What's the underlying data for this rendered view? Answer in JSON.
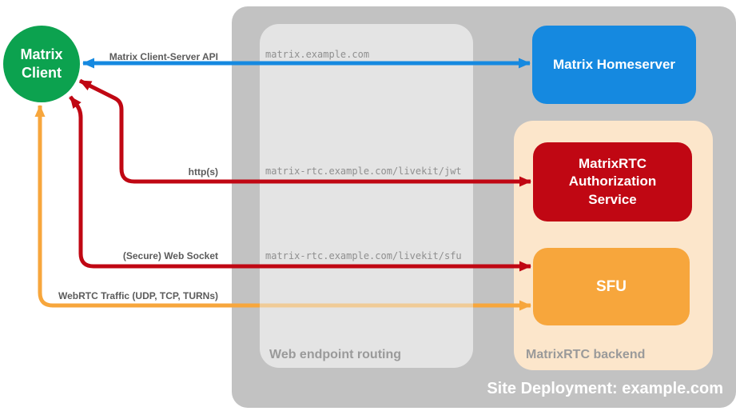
{
  "colors": {
    "green": "#0CA24F",
    "blue": "#1589E0",
    "red": "#C00713",
    "orange": "#F7A63C",
    "orange_faded": "#F0CB97",
    "peach": "#FCE6CB",
    "gray_outer": "#C2C2C2",
    "gray_inner": "#E4E4E4",
    "label_gray": "#5B5B5B",
    "domain_gray": "#8F8F8F",
    "muted_gray": "#9A9A9A",
    "white": "#FFFFFF"
  },
  "client": {
    "label": "Matrix Client"
  },
  "nodes": {
    "homeserver": {
      "label": "Matrix Homeserver"
    },
    "auth_service": {
      "label": "MatrixRTC Authorization Service"
    },
    "sfu": {
      "label": "SFU"
    }
  },
  "containers": {
    "site_deployment": {
      "label": "Site Deployment: example.com"
    },
    "web_endpoint_routing": {
      "label": "Web endpoint routing"
    },
    "matrixrtc_backend": {
      "label": "MatrixRTC backend"
    }
  },
  "routes": {
    "homeserver": "matrix.example.com",
    "jwt": "matrix-rtc.example.com/livekit/jwt",
    "sfu": "matrix-rtc.example.com/livekit/sfu"
  },
  "connections": [
    {
      "label": "Matrix Client-Server API",
      "color": "blue",
      "from": "Matrix Client",
      "to": "Matrix Homeserver",
      "bidirectional": true
    },
    {
      "label": "http(s)",
      "color": "red",
      "from": "Matrix Client",
      "to": "MatrixRTC Authorization Service",
      "bidirectional": true
    },
    {
      "label": "(Secure) Web Socket",
      "color": "red",
      "from": "Matrix Client",
      "to": "SFU",
      "bidirectional": true
    },
    {
      "label": "WebRTC Traffic (UDP, TCP, TURNs)",
      "color": "orange",
      "from": "Matrix Client",
      "to": "SFU",
      "bidirectional": true
    }
  ]
}
